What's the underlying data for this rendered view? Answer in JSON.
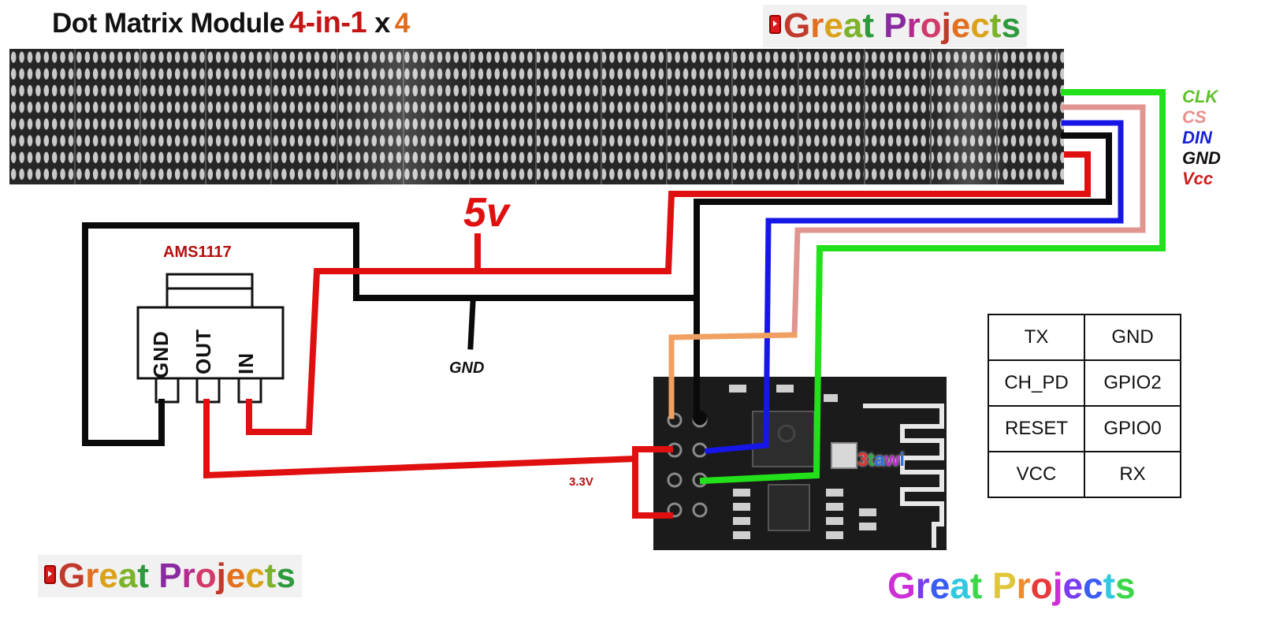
{
  "title": {
    "main": "Dot Matrix Module",
    "variant": "4-in-1",
    "times": "x",
    "count": "4"
  },
  "brand": {
    "text": "Great Projects"
  },
  "bottom_brand": {
    "text": "Great Projects"
  },
  "bus_labels": [
    {
      "text": "CLK",
      "color": "#5fbf2a"
    },
    {
      "text": "CS",
      "color": "#e88f8a"
    },
    {
      "text": "DIN",
      "color": "#1a20d6"
    },
    {
      "text": "GND",
      "color": "#111111"
    },
    {
      "text": "Vcc",
      "color": "#d01b1b"
    }
  ],
  "regulator": {
    "name": "AMS1117",
    "pins": [
      "GND",
      "OUT",
      "IN"
    ]
  },
  "labels": {
    "five_volt": "5v",
    "gnd": "GND",
    "three_volt": "3.3V",
    "chip": "3tawi"
  },
  "pin_table": [
    [
      "TX",
      "GND"
    ],
    [
      "CH_PD",
      "GPIO2"
    ],
    [
      "RESET",
      "GPIO0"
    ],
    [
      "VCC",
      "RX"
    ]
  ],
  "colors": {
    "wire_red": "#e01010",
    "wire_black": "#0a0a0a",
    "wire_blue": "#1616e8",
    "wire_green": "#22e01a",
    "wire_pink": "#e09590",
    "wire_orange": "#f0a060"
  }
}
